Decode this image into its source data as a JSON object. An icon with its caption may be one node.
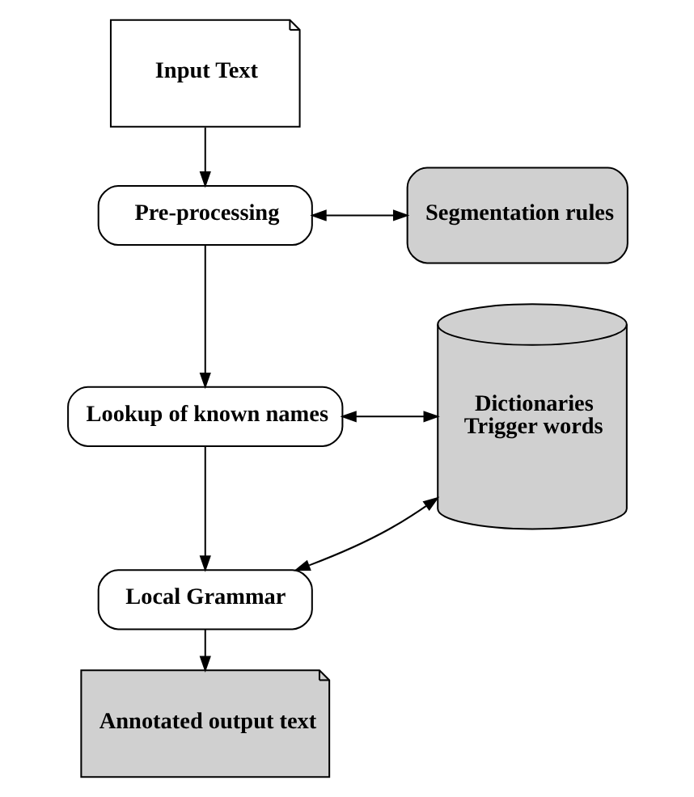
{
  "diagram": {
    "nodes": [
      {
        "text": [
          "Input Text"
        ]
      },
      {
        "text": [
          "Pre-processing"
        ]
      },
      {
        "text": [
          "Segmentation rules"
        ]
      },
      {
        "text": [
          "Lookup of known names"
        ]
      },
      {
        "text": [
          "Dictionaries",
          "Trigger words"
        ]
      },
      {
        "text": [
          "Local Grammar"
        ]
      },
      {
        "text": [
          "Annotated output text"
        ]
      }
    ],
    "edges": [
      {
        "from": 0,
        "to": 1,
        "arrow": "to"
      },
      {
        "from": 1,
        "to": 2,
        "arrow": "both"
      },
      {
        "from": 1,
        "to": 3,
        "arrow": "to"
      },
      {
        "from": 3,
        "to": 4,
        "arrow": "both"
      },
      {
        "from": 3,
        "to": 5,
        "arrow": "to"
      },
      {
        "from": 5,
        "to": 4,
        "arrow": "both"
      },
      {
        "from": 5,
        "to": 6,
        "arrow": "to"
      }
    ]
  }
}
